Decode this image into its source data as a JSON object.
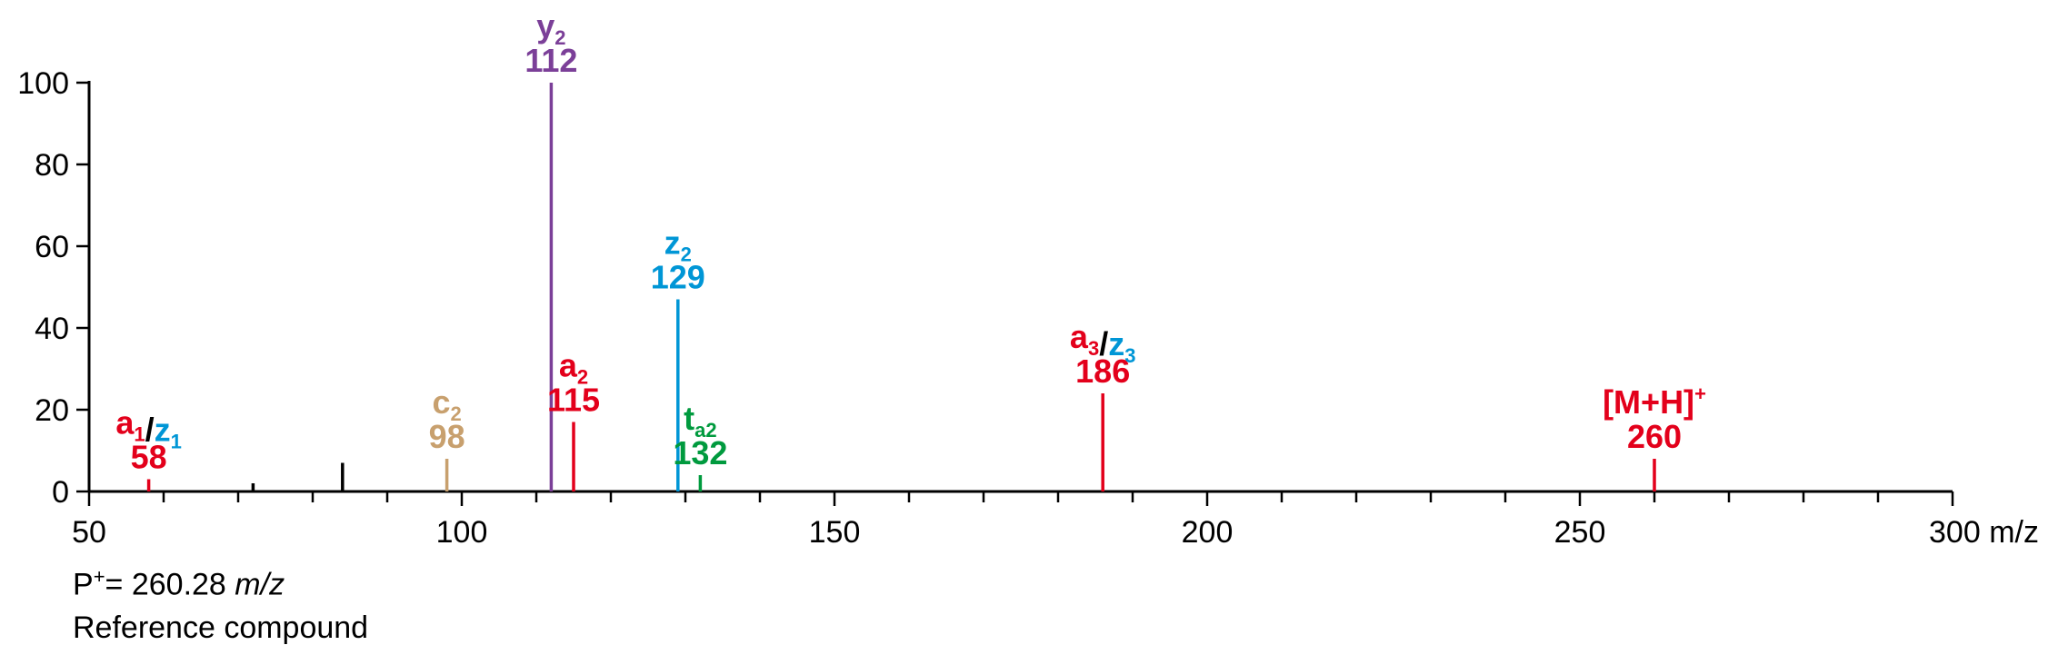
{
  "chart_data": {
    "type": "bar",
    "x_unit": "m/z",
    "xlim": [
      50,
      300
    ],
    "ylim": [
      0,
      100
    ],
    "x_ticks": [
      "50",
      "100",
      "150",
      "200",
      "250",
      "300"
    ],
    "y_ticks": [
      "0",
      "20",
      "40",
      "60",
      "80",
      "100"
    ],
    "grid": false,
    "legend": "none",
    "peaks": [
      {
        "mz": 58,
        "intensity": 3,
        "color": "#e3001b",
        "label": [
          {
            "text": "a",
            "sub": "1",
            "color": "#e3001b"
          },
          {
            "text": "/",
            "sub": "",
            "color": "#000000"
          },
          {
            "text": "z",
            "sub": "1",
            "color": "#0096d6"
          }
        ],
        "value_label": "58",
        "value_color": "#e3001b"
      },
      {
        "mz": 72,
        "intensity": 2,
        "color": "#000000",
        "label": [],
        "value_label": "",
        "value_color": "#000000"
      },
      {
        "mz": 84,
        "intensity": 7,
        "color": "#000000",
        "label": [],
        "value_label": "",
        "value_color": "#000000"
      },
      {
        "mz": 98,
        "intensity": 8,
        "color": "#c8a06e",
        "label": [
          {
            "text": "c",
            "sub": "2",
            "color": "#c8a06e"
          }
        ],
        "value_label": "98",
        "value_color": "#c8a06e"
      },
      {
        "mz": 112,
        "intensity": 100,
        "color": "#7b3f98",
        "label": [
          {
            "text": "y",
            "sub": "2",
            "color": "#7b3f98"
          }
        ],
        "value_label": "112",
        "value_color": "#7b3f98"
      },
      {
        "mz": 115,
        "intensity": 17,
        "color": "#e3001b",
        "label": [
          {
            "text": "a",
            "sub": "2",
            "color": "#e3001b"
          }
        ],
        "value_label": "115",
        "value_color": "#e3001b"
      },
      {
        "mz": 129,
        "intensity": 47,
        "color": "#0096d6",
        "label": [
          {
            "text": "z",
            "sub": "2",
            "color": "#0096d6"
          }
        ],
        "value_label": "129",
        "value_color": "#0096d6"
      },
      {
        "mz": 132,
        "intensity": 4,
        "color": "#009a3e",
        "label": [
          {
            "text": "t",
            "sub": "a2",
            "color": "#009a3e"
          }
        ],
        "value_label": "132",
        "value_color": "#009a3e"
      },
      {
        "mz": 186,
        "intensity": 24,
        "color": "#e3001b",
        "label": [
          {
            "text": "a",
            "sub": "3",
            "color": "#e3001b"
          },
          {
            "text": "/",
            "sub": "",
            "color": "#000000"
          },
          {
            "text": "z",
            "sub": "3",
            "color": "#0096d6"
          }
        ],
        "value_label": "186",
        "value_color": "#e3001b"
      },
      {
        "mz": 260,
        "intensity": 8,
        "color": "#e3001b",
        "label": [
          {
            "text": "[M+H]",
            "sup": "+",
            "color": "#e3001b"
          }
        ],
        "value_label": "260",
        "value_color": "#e3001b"
      }
    ]
  },
  "caption": {
    "precursor_prefix": "P",
    "precursor_sup": "+",
    "precursor_value": "= 260.28 ",
    "precursor_unit": "m/z",
    "compound": "Reference compound"
  }
}
